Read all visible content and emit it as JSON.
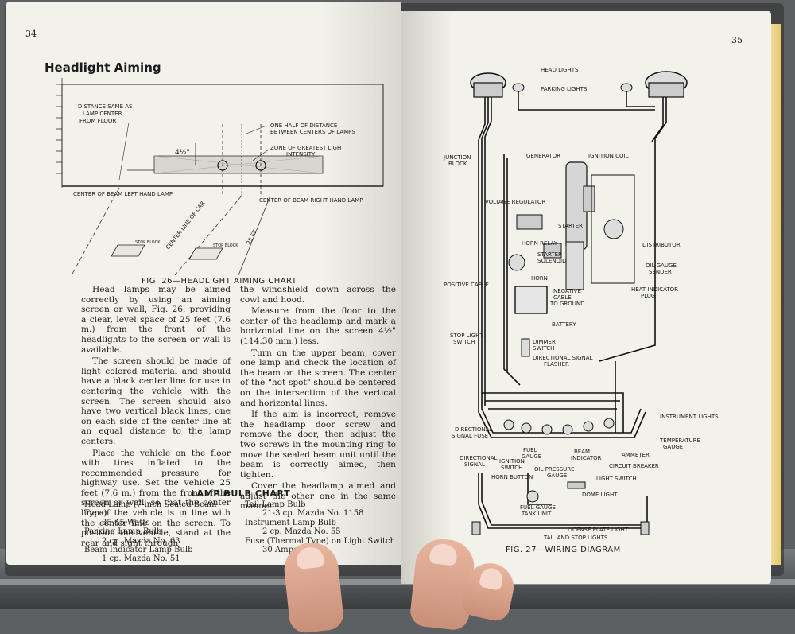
{
  "left_page": {
    "page_number": "34",
    "section_title": "Headlight Aiming",
    "fig26": {
      "caption": "FIG. 26—HEADLIGHT AIMING CHART",
      "labels": {
        "distance": [
          "DISTANCE SAME AS",
          "LAMP CENTER",
          "FROM FLOOR"
        ],
        "half_distance": [
          "ONE HALF OF DISTANCE",
          "BETWEEN CENTERS OF LAMPS"
        ],
        "zone": [
          "ZONE OF GREATEST LIGHT",
          "INTENSITY"
        ],
        "height": "4½\"",
        "left_beam": "CENTER OF BEAM LEFT HAND LAMP",
        "right_beam": "CENTER OF BEAM RIGHT HAND LAMP",
        "center_line": "CENTER LINE OF CAR",
        "distance_ft": "25 FT.",
        "stop_block": "STOP BLOCK"
      }
    },
    "column_left": [
      "Head lamps may be aimed correctly by using an aiming screen or wall, Fig. 26, providing a clear, level space of 25 feet (7.6 m.) from the front of the headlights to the screen or wall is available.",
      "The screen should be made of light colored material and should have a black center line for use in centering the vehicle with the screen. The screen should also have two vertical black lines, one on each side of the center line at an equal distance to the lamp centers.",
      "Place the vehicle on the floor with tires inflated to the recommended pressure for highway use. Set the vehicle 25 feet (7.6 m.) from the front of the screen or wall, so that the center line of the vehicle is in line with the center line on the screen. To position the vehicle, stand at the rear and sight through"
    ],
    "column_right": [
      "the windshield down across the cowl and hood.",
      "Measure from the floor to the center of the headlamp and mark a horizontal line on the screen 4½\" (114.30 mm.) less.",
      "Turn on the upper beam, cover one lamp and check the location of the beam on the screen. The center of the \"hot spot\" should be centered on the intersection of the vertical and horizontal lines.",
      "If the aim is incorrect, remove the headlamp door screw and remove the door, then adjust the two screws in the mounting ring to move the sealed beam unit until the beam is correctly aimed, then tighten.",
      "Cover the headlamp aimed and adjust the other one in the same manner."
    ],
    "bulb_chart": {
      "title": "LAMP BULB CHART",
      "left": [
        {
          "name": "Head Lamp (7-inch Sealed Beam Type)",
          "value": "35-45 Watts"
        },
        {
          "name": "Parking Lamp Bulb",
          "value": "2 cp. Mazda No. 63"
        },
        {
          "name": "Beam Indicator Lamp Bulb",
          "value": "1 cp. Mazda No. 51"
        }
      ],
      "right": [
        {
          "name": "Tail Lamp Bulb",
          "value": "21-3 cp. Mazda No. 1158"
        },
        {
          "name": "Instrument Lamp Bulb",
          "value": "2 cp. Mazda No. 55"
        },
        {
          "name": "Fuse (Thermal Type) on Light Switch",
          "value": "30 Amperes"
        }
      ]
    }
  },
  "right_page": {
    "page_number": "35",
    "fig27": {
      "caption": "FIG. 27—WIRING DIAGRAM",
      "labels": {
        "head_lights": "HEAD LIGHTS",
        "parking_lights": "PARKING LIGHTS",
        "junction_block": [
          "JUNCTION",
          "BLOCK"
        ],
        "generator": "GENERATOR",
        "ignition_coil": "IGNITION COIL",
        "voltage_regulator": "VOLTAGE REGULATOR",
        "starter": "STARTER",
        "distributor": "DISTRIBUTOR",
        "horn_relay": "HORN RELAY",
        "starter_solenoid": [
          "STARTER",
          "SOLENOID"
        ],
        "oil_gauge_sender": [
          "OIL GAUGE",
          "SENDER"
        ],
        "horn": "HORN",
        "positive_cable": "POSITIVE CABLE",
        "negative_cable": [
          "NEGATIVE",
          "CABLE",
          "TO GROUND"
        ],
        "heat_indicator_plug": [
          "HEAT INDICATOR",
          "PLUG"
        ],
        "battery": "BATTERY",
        "stop_light_switch": [
          "STOP LIGHT",
          "SWITCH"
        ],
        "dimmer_switch": [
          "DIMMER",
          "SWITCH"
        ],
        "directional_signal_flasher": [
          "DIRECTIONAL SIGNAL",
          "FLASHER"
        ],
        "instrument_lights": "INSTRUMENT LIGHTS",
        "temperature_gauge": [
          "TEMPERATURE",
          "GAUGE"
        ],
        "directional_signal_fuse": [
          "DIRECTIONAL",
          "SIGNAL FUSE"
        ],
        "fuel_gauge": [
          "FUEL",
          "GAUGE"
        ],
        "beam_indicator": [
          "BEAM",
          "INDICATOR"
        ],
        "ammeter": "AMMETER",
        "directional_signal": [
          "DIRECTIONAL",
          "SIGNAL"
        ],
        "ignition_switch": [
          "IGNITION",
          "SWITCH"
        ],
        "circuit_breaker": "CIRCUIT BREAKER",
        "oil_pressure_gauge": [
          "OIL PRESSURE",
          "GAUGE"
        ],
        "light_switch": "LIGHT SWITCH",
        "horn_button": "HORN BUTTON",
        "dome_light": "DOME LIGHT",
        "fuel_gauge_tank_unit": [
          "FUEL GAUGE",
          "TANK UNIT"
        ],
        "license_plate_light": "LICENSE PLATE LIGHT",
        "tail_stop_lights": "TAIL AND STOP LIGHTS"
      }
    }
  }
}
